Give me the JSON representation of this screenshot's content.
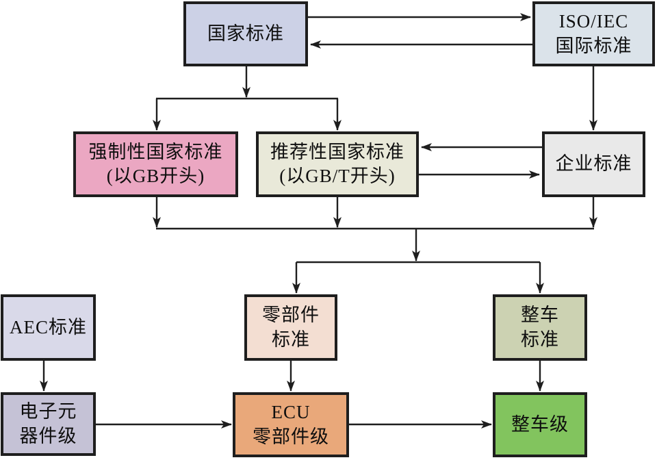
{
  "diagram": {
    "background_color": "#ffffff",
    "line_color": "#1e1e1e",
    "nodes": {
      "national": {
        "lines": [
          "国家标准"
        ],
        "color": "#ccd1e6"
      },
      "iso": {
        "lines": [
          "ISO/IEC",
          "国际标准"
        ],
        "color": "#dbe3ea"
      },
      "mandatory": {
        "lines": [
          "强制性国家标准",
          "(以GB开头)"
        ],
        "color": "#eba7c2"
      },
      "recommended": {
        "lines": [
          "推荐性国家标准",
          "(以GB/T开头)"
        ],
        "color": "#e9e9d9"
      },
      "enterprise": {
        "lines": [
          "企业标准"
        ],
        "color": "#e9e9e9"
      },
      "aec": {
        "lines": [
          "AEC标准"
        ],
        "color": "#d9d9e9"
      },
      "electronic": {
        "lines": [
          "电子元",
          "器件级"
        ],
        "color": "#c5c2d6"
      },
      "component_std": {
        "lines": [
          "零部件",
          "标准"
        ],
        "color": "#f3ded2"
      },
      "vehicle_std": {
        "lines": [
          "整车",
          "标准"
        ],
        "color": "#ccd2b2"
      },
      "ecu": {
        "lines": [
          "ECU",
          "零部件级"
        ],
        "color": "#e9a87a"
      },
      "vehicle_level": {
        "lines": [
          "整车级"
        ],
        "color": "#82c45e"
      }
    },
    "edges": [
      {
        "from": "national",
        "to": "iso"
      },
      {
        "from": "iso",
        "to": "national"
      },
      {
        "from": "national",
        "to": "mandatory"
      },
      {
        "from": "national",
        "to": "recommended"
      },
      {
        "from": "iso",
        "to": "enterprise"
      },
      {
        "from": "enterprise",
        "to": "recommended"
      },
      {
        "from": "recommended",
        "to": "enterprise"
      },
      {
        "from": "mandatory",
        "to": "component_std"
      },
      {
        "from": "mandatory",
        "to": "vehicle_std"
      },
      {
        "from": "recommended",
        "to": "component_std"
      },
      {
        "from": "recommended",
        "to": "vehicle_std"
      },
      {
        "from": "enterprise",
        "to": "component_std"
      },
      {
        "from": "enterprise",
        "to": "vehicle_std"
      },
      {
        "from": "aec",
        "to": "electronic"
      },
      {
        "from": "component_std",
        "to": "ecu"
      },
      {
        "from": "vehicle_std",
        "to": "vehicle_level"
      },
      {
        "from": "electronic",
        "to": "ecu"
      },
      {
        "from": "ecu",
        "to": "vehicle_level"
      }
    ]
  }
}
